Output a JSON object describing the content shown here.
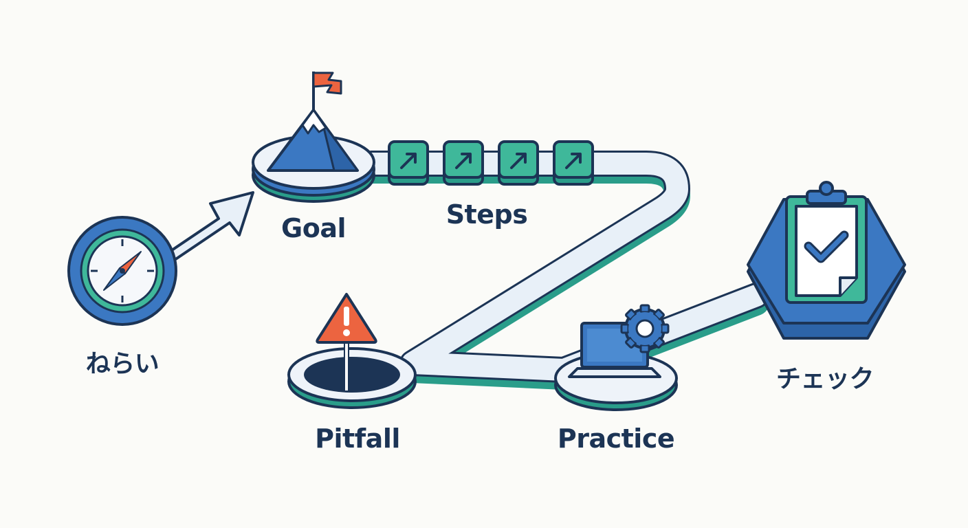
{
  "labels": {
    "aim": "ねらい",
    "goal": "Goal",
    "steps": "Steps",
    "pitfall": "Pitfall",
    "practice": "Practice",
    "check": "チェック"
  },
  "icons": {
    "aim": "compass-icon",
    "goal": "mountain-flag-icon",
    "steps": "arrow-step-icon",
    "pitfall": "warning-icon",
    "practice": "laptop-gear-icon",
    "check": "clipboard-check-icon"
  },
  "colors": {
    "navy": "#1c3455",
    "blue": "#3b78c2",
    "teal": "#3fb89a",
    "path_fill": "#e8f0f8",
    "warning": "#ec6440",
    "flag": "#ec6440"
  }
}
